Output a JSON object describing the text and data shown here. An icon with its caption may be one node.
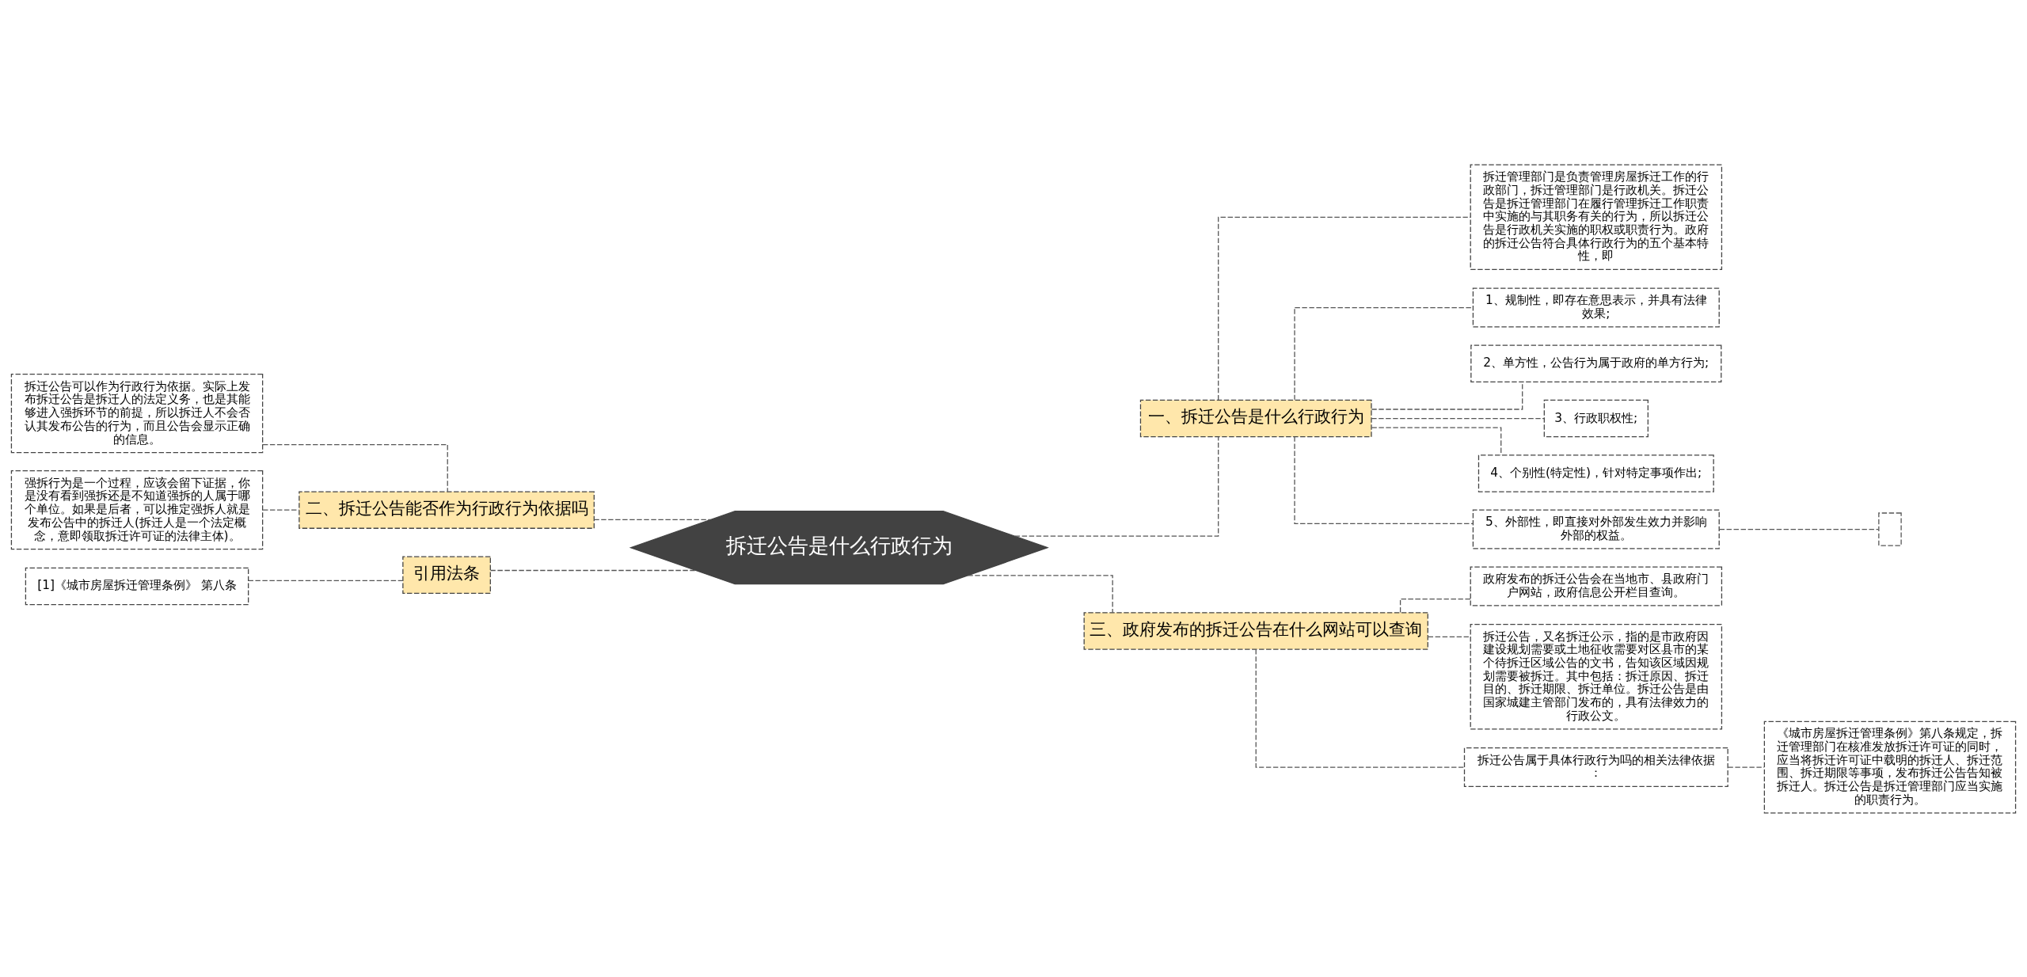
{
  "diagram": {
    "nodes": [
      {
        "text": [
          "拆迁公告是什么行政行为"
        ]
      },
      {
        "text": [
          "一、拆迁公告是什么行政行为"
        ]
      },
      {
        "text": [
          "拆迁管理部门是负责管理房屋拆迁工作的行政部门，拆迁管理部门是行政机关。拆迁公告是拆迁管理部门在履行管理拆迁工作职责中实施的与其职务有关的行为，所以拆迁公告是行政机关实施的职权或职责行为。政府的拆迁公告符合具体行政行为的五个基本特性，即"
        ]
      },
      {
        "text": [
          "1、规制性，即存在意思表示，并具有法律效果;"
        ]
      },
      {
        "text": [
          "2、单方性，公告行为属于政府的单方行为;"
        ]
      },
      {
        "text": [
          "3、行政职权性;"
        ]
      },
      {
        "text": [
          "4、个别性(特定性)，针对特定事项作出;"
        ]
      },
      {
        "text": [
          "5、外部性，即直接对外部发生效力并影响外部的权益。"
        ]
      },
      {
        "text": [],
        "shape": "box"
      },
      {
        "text": [
          "三、政府发布的拆迁公告在什么网站可以查询"
        ]
      },
      {
        "text": [
          "政府发布的拆迁公告会在当地市、县政府门户网站，政府信息公开栏目查询。"
        ]
      },
      {
        "text": [
          "拆迁公告，又名拆迁公示，指的是市政府因建设规划需要或土地征收需要对区县市的某个待拆迁区域公告的文书，告知该区域因规划需要被拆迁。其中包括：拆迁原因、拆迁目的、拆迁期限、拆迁单位。拆迁公告是由国家城建主管部门发布的，具有法律效力的行政公文。"
        ]
      },
      {
        "text": [
          "拆迁公告属于具体行政行为吗的相关法律依据："
        ]
      },
      {
        "text": [
          "《城市房屋拆迁管理条例》第八条规定，拆迁管理部门在核准发放拆迁许可证的同时，应当将拆迁许可证中载明的拆迁人、拆迁范围、拆迁期限等事项，发布拆迁公告告知被拆迁人。拆迁公告是拆迁管理部门应当实施的职责行为。"
        ]
      },
      {
        "text": [
          "二、拆迁公告能否作为行政行为依据吗"
        ]
      },
      {
        "text": [
          "拆迁公告可以作为行政行为依据。实际上发布拆迁公告是拆迁人的法定义务，也是其能够进入强拆环节的前提，所以拆迁人不会否认其发布公告的行为，而且公告会显示正确的信息。"
        ]
      },
      {
        "text": [
          "强拆行为是一个过程，应该会留下证据，你是没有看到强拆还是不知道强拆的人属于哪个单位。如果是后者，可以推定强拆人就是发布公告中的拆迁人(拆迁人是一个法定概念，意即领取拆迁许可证的法律主体)。"
        ]
      },
      {
        "text": [
          "引用法条"
        ]
      },
      {
        "text": [
          "[1]《城市房屋拆迁管理条例》 第八条"
        ]
      }
    ],
    "edges": [
      {
        "from": 0,
        "to": 1,
        "arrow": "none",
        "style": "dashed"
      },
      {
        "from": 1,
        "to": 2,
        "arrow": "none",
        "style": "dashed"
      },
      {
        "from": 1,
        "to": 3,
        "arrow": "none",
        "style": "dashed"
      },
      {
        "from": 1,
        "to": 4,
        "arrow": "none",
        "style": "dashed"
      },
      {
        "from": 1,
        "to": 5,
        "arrow": "none",
        "style": "dashed"
      },
      {
        "from": 1,
        "to": 6,
        "arrow": "none",
        "style": "dashed"
      },
      {
        "from": 1,
        "to": 7,
        "arrow": "none",
        "style": "dashed"
      },
      {
        "from": 7,
        "to": 8,
        "arrow": "none",
        "style": "dashed"
      },
      {
        "from": 0,
        "to": 9,
        "arrow": "none",
        "style": "dashed"
      },
      {
        "from": 9,
        "to": 10,
        "arrow": "none",
        "style": "dashed"
      },
      {
        "from": 9,
        "to": 11,
        "arrow": "none",
        "style": "dashed"
      },
      {
        "from": 9,
        "to": 12,
        "arrow": "none",
        "style": "dashed"
      },
      {
        "from": 12,
        "to": 13,
        "arrow": "none",
        "style": "dashed"
      },
      {
        "from": 0,
        "to": 14,
        "arrow": "none",
        "style": "dashed"
      },
      {
        "from": 14,
        "to": 15,
        "arrow": "none",
        "style": "dashed"
      },
      {
        "from": 14,
        "to": 16,
        "arrow": "none",
        "style": "dashed"
      },
      {
        "from": 0,
        "to": 17,
        "arrow": "none",
        "style": "dashed"
      },
      {
        "from": 17,
        "to": 18,
        "arrow": "none",
        "style": "dashed"
      }
    ]
  }
}
